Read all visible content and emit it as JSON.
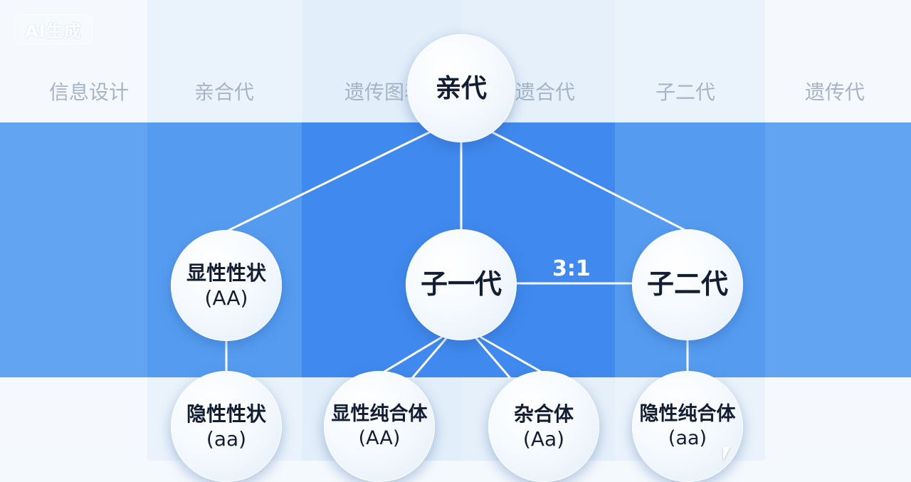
{
  "badge": "AI生成",
  "headers": [
    "信息设计",
    "亲合代",
    "遗传图表",
    "遗合代",
    "子二代",
    "遗传代"
  ],
  "colors": {
    "band": "#5a9ef2",
    "band_center": "#3f87ee",
    "node_text": "#141e33",
    "header_text": "#a6b5c6",
    "link": "#ffffff"
  },
  "nodes": {
    "parent": {
      "line1": "亲代"
    },
    "dominant": {
      "line1": "显性性状",
      "line2": "(AA)"
    },
    "f1": {
      "line1": "子一代"
    },
    "f2": {
      "line1": "子二代"
    },
    "recessive": {
      "line1": "隐性性状",
      "line2": "(aa)"
    },
    "homo_dominant": {
      "line1": "显性纯合体",
      "line2": "(AA)"
    },
    "hetero": {
      "line1": "杂合体",
      "line2": "(Aa)"
    },
    "homo_recessive": {
      "line1": "隐性纯合体",
      "line2": "(aa)"
    }
  },
  "ratio_label": "3:1"
}
